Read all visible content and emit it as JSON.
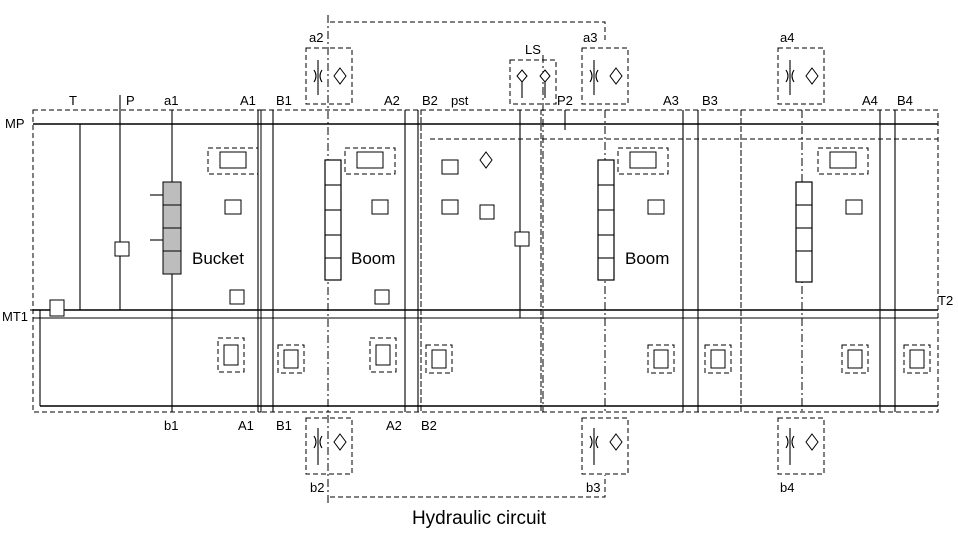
{
  "caption": "Hydraulic circuit",
  "ports": {
    "MP": "MP",
    "MT1": "MT1",
    "T2": "T2",
    "T": "T",
    "P": "P",
    "a1": "a1",
    "A1_top": "A1",
    "B1_top": "B1",
    "A2_top": "A2",
    "B2_top": "B2",
    "pst": "pst",
    "P2": "P2",
    "A3": "A3",
    "B3": "B3",
    "A4": "A4",
    "B4": "B4",
    "b1": "b1",
    "A1_bot": "A1",
    "B1_bot": "B1",
    "A2_bot": "A2",
    "B2_bot": "B2",
    "LS": "LS",
    "a2": "a2",
    "a3": "a3",
    "a4": "a4",
    "b2": "b2",
    "b3": "b3",
    "b4": "b4"
  },
  "sections": {
    "s1": "Bucket",
    "s2": "Boom",
    "s3": "Boom"
  }
}
